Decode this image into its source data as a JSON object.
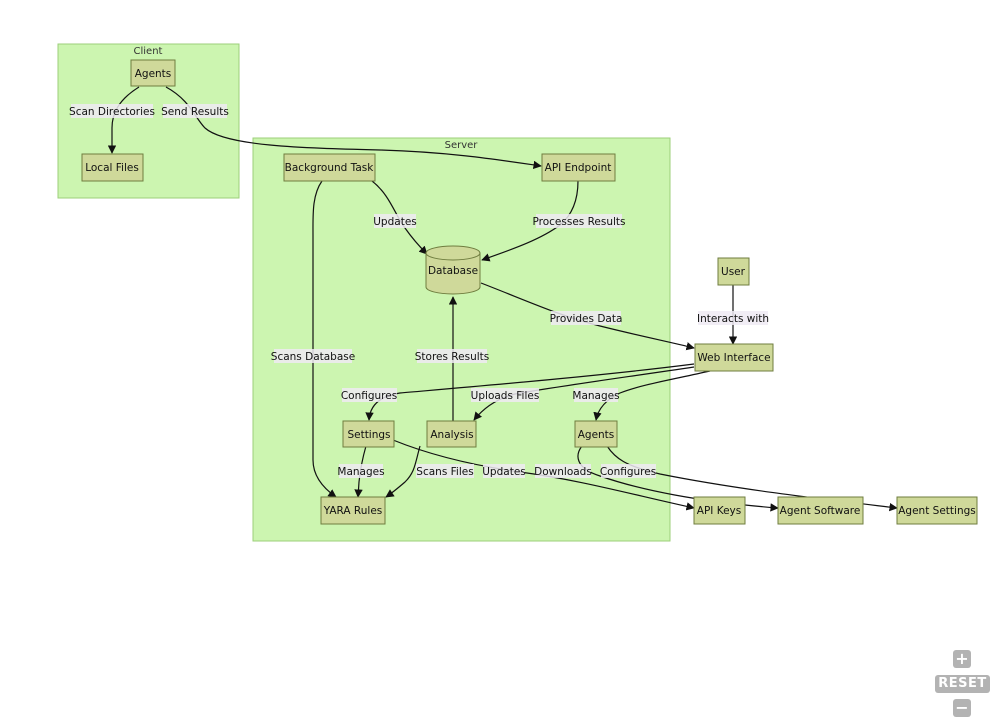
{
  "clusters": {
    "client": "Client",
    "server": "Server"
  },
  "nodes": {
    "agents_client": "Agents",
    "local_files": "Local Files",
    "background_task": "Background Task",
    "api_endpoint": "API Endpoint",
    "database": "Database",
    "user": "User",
    "web_interface": "Web Interface",
    "settings": "Settings",
    "analysis": "Analysis",
    "agents_server": "Agents",
    "yara_rules": "YARA Rules",
    "api_keys": "API Keys",
    "agent_software": "Agent Software",
    "agent_settings": "Agent Settings"
  },
  "edges": {
    "scan_directories": "Scan Directories",
    "send_results": "Send Results",
    "updates_db": "Updates",
    "processes_results": "Processes Results",
    "provides_data": "Provides Data",
    "interacts_with": "Interacts with",
    "scans_database": "Scans Database",
    "stores_results": "Stores Results",
    "configures_settings": "Configures",
    "uploads_files": "Uploads Files",
    "manages_agents": "Manages",
    "manages_yara": "Manages",
    "scans_files": "Scans Files",
    "updates_keys": "Updates",
    "downloads": "Downloads",
    "configures_agent": "Configures"
  },
  "controls": {
    "zoom_in": "+",
    "reset": "RESET",
    "zoom_out": "−"
  },
  "colors": {
    "cluster_fill": "#ccf5b0",
    "node_fill": "#cfd99a",
    "control_gray": "#b3b3b3"
  }
}
